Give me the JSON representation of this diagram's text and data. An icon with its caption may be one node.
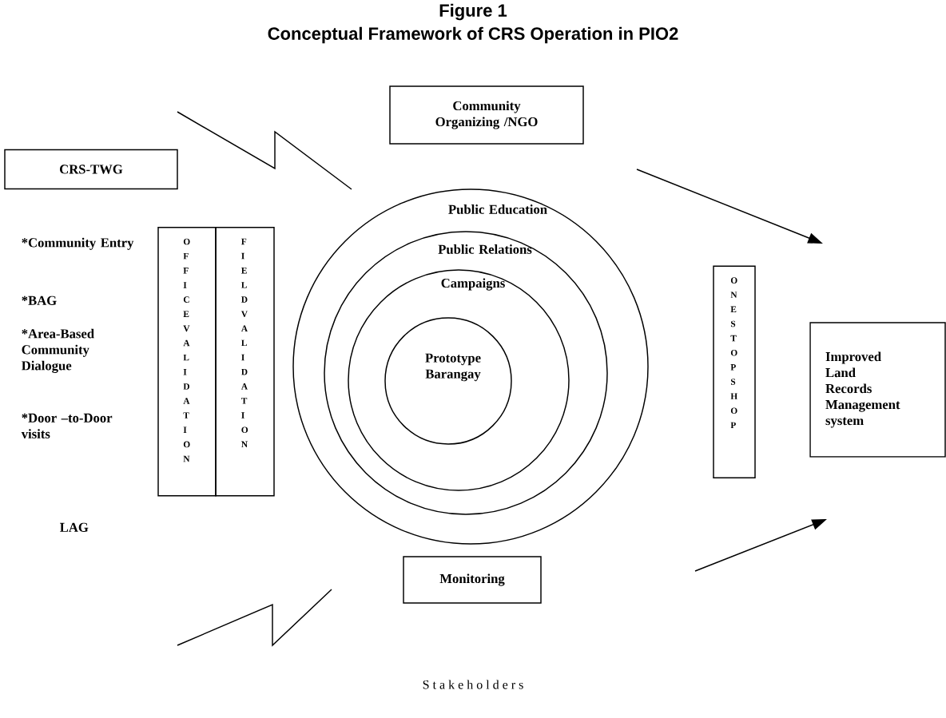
{
  "diagram": {
    "title": "Conceptual Framework of CRS Operation in PIO2",
    "nodes": [
      {
        "text": [
          "Community Organizing /NGO"
        ]
      },
      {
        "text": [
          "CRS-TWG"
        ]
      },
      {
        "text": [
          "Public Education"
        ]
      },
      {
        "text": [
          "Public Relations"
        ],
        "in": 2
      },
      {
        "text": [
          "Campaigns"
        ],
        "in": 3
      },
      {
        "text": [
          "Prototype Barangay"
        ],
        "in": 4
      },
      {
        "text": [
          "O F F I C E V A L I D A T I O N"
        ]
      },
      {
        "text": [
          "F I E L D V A L I D A T I O N"
        ]
      },
      {
        "text": [
          "O N E S T O P S H O P"
        ]
      },
      {
        "text": [
          "Improved Land Records Management system"
        ]
      },
      {
        "text": [
          "Monitoring"
        ]
      }
    ],
    "labels": [
      "Figure 1",
      "*Community Entry",
      "*BAG",
      "*Area-Based Community Dialogue",
      "*Door –to-Door visits",
      "LAG",
      "S t a k e h o l d e r s"
    ]
  }
}
